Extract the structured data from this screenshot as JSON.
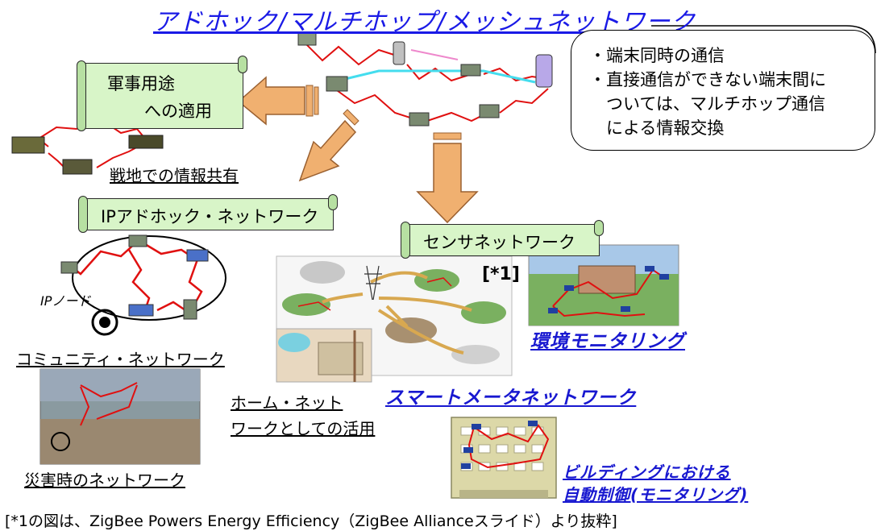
{
  "title": "アドホック/マルチホップ/メッシュネットワーク",
  "callout": {
    "lines": [
      "・端末同時の通信",
      "・直接通信ができない端末間に",
      "　ついては、マルチホップ通信",
      "　による情報交換"
    ]
  },
  "military": {
    "scroll_line1": "軍事用途",
    "scroll_line2": "への適用",
    "caption": "戦地での情報共有"
  },
  "ip_adhoc": {
    "scroll_label": "IPアドホック・ネットワーク",
    "node_label": "IPノード",
    "caption": "コミュニティ・ネットワーク"
  },
  "disaster": {
    "caption": "災害時のネットワーク"
  },
  "sensor": {
    "scroll_label": "センサネットワーク",
    "ref_mark": "[*1]",
    "home_caption_line1": "ホーム・ネット",
    "home_caption_line2": "ワークとしての活用",
    "smart_meter_caption": "スマートメータネットワーク",
    "env_caption": "環境モニタリング",
    "building_caption_line1": "ビルディングにおける",
    "building_caption_line2": "自動制御(モニタリング)"
  },
  "footnote": "[*1の図は、ZigBee Powers Energy Efficiency（ZigBee Allianceスライド）より抜粋]",
  "colors": {
    "title_blue": "#1a1ae6",
    "scroll_green": "#d8f5c8",
    "arrow_orange": "#f0b070",
    "link_red": "#e01010",
    "caption_blue": "#1818d0"
  }
}
